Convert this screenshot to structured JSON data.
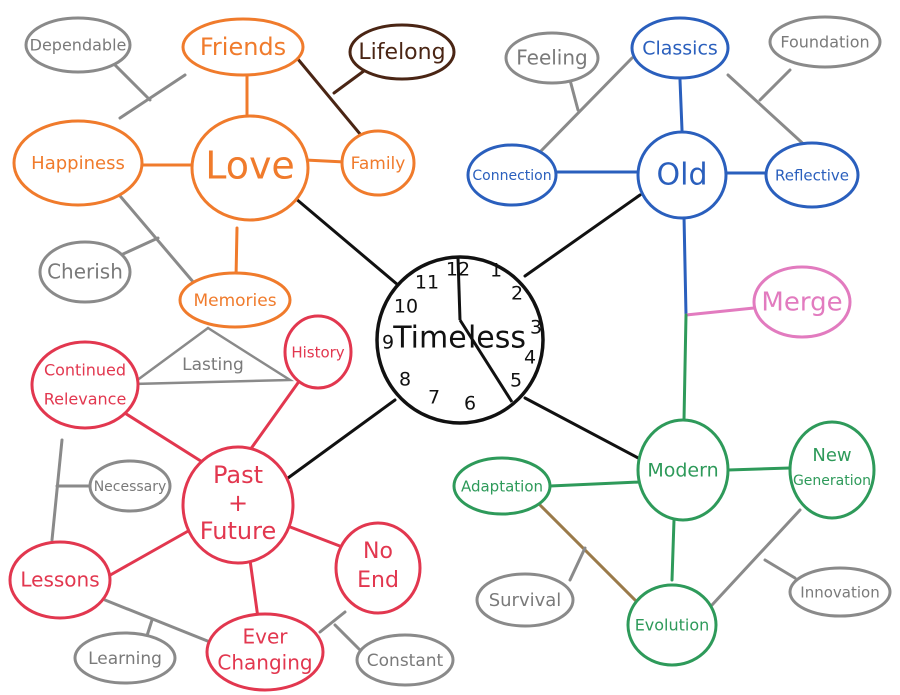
{
  "center": {
    "label_left": "Time",
    "label_right": "less",
    "clock_numbers": [
      "12",
      "1",
      "2",
      "3",
      "4",
      "5",
      "6",
      "7",
      "8",
      "9",
      "10",
      "11"
    ]
  },
  "love_cluster": {
    "color": "#f07b2c",
    "love": "Love",
    "friends": "Friends",
    "family": "Family",
    "happiness": "Happiness",
    "memories": "Memories"
  },
  "old_cluster": {
    "color": "#2a5fbd",
    "old": "Old",
    "classics": "Classics",
    "connection": "Connection",
    "reflective": "Reflective"
  },
  "past_cluster": {
    "color": "#e2374f",
    "past_future_lines": [
      "Past",
      "+",
      "Future"
    ],
    "continued_relevance_lines": [
      "Continued",
      "Relevance"
    ],
    "history": "History",
    "lessons": "Lessons",
    "no_end_lines": [
      "No",
      "End"
    ],
    "ever_changing_lines": [
      "Ever",
      "Changing"
    ]
  },
  "modern_cluster": {
    "color": "#2e9a5a",
    "modern": "Modern",
    "adaptation": "Adaptation",
    "new_generation_lines": [
      "New",
      "Generation"
    ],
    "evolution": "Evolution"
  },
  "extras": {
    "lifelong": "Lifelong",
    "lifelong_color": "#4a2514",
    "merge": "Merge",
    "merge_color": "#e27bbf",
    "gray_color": "#8a8a8a",
    "dependable": "Dependable",
    "cherish": "Cherish",
    "lasting": "Lasting",
    "necessary": "Necessary",
    "learning": "Learning",
    "constant": "Constant",
    "feeling": "Feeling",
    "foundation": "Foundation",
    "survival": "Survival",
    "innovation": "Innovation"
  }
}
